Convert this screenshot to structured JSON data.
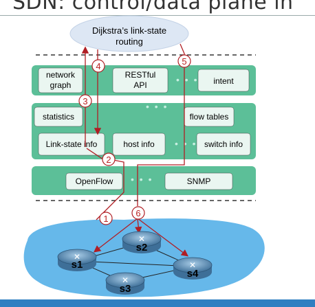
{
  "title": "SDN: control/data plane in",
  "app": {
    "label_line1": "Dijkstra’s link-state",
    "label_line2": "routing"
  },
  "northbound_layer": {
    "boxes": [
      {
        "line1": "network",
        "line2": "graph"
      },
      {
        "line1": "RESTful",
        "line2": "API"
      },
      {
        "line1": "intent",
        "line2": ""
      }
    ]
  },
  "controller_layer": {
    "boxes": [
      "statistics",
      "flow tables",
      "Link-state info",
      "host info",
      "switch info"
    ]
  },
  "southbound_layer": {
    "boxes": [
      "OpenFlow",
      "SNMP"
    ]
  },
  "steps": [
    "1",
    "2",
    "3",
    "4",
    "5",
    "6"
  ],
  "switches": [
    "s1",
    "s2",
    "s3",
    "s4"
  ],
  "colors": {
    "layer": "#5cbf98",
    "box": "#eaf6f1",
    "cloud": "#dde7f4",
    "network": "#66b8ea",
    "arrow": "#b01e24",
    "bar": "#2f7fc1"
  }
}
